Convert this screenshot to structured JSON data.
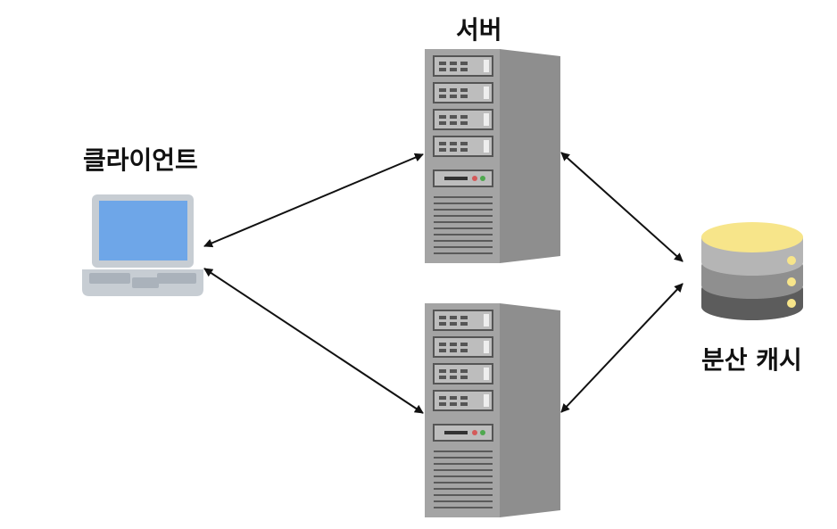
{
  "labels": {
    "server": "서버",
    "client": "클라이언트",
    "cache": "분산 캐시"
  },
  "colors": {
    "laptop_screen": "#6ea6e8",
    "laptop_body": "#c7cdd3",
    "server_body": "#9a9a9a",
    "server_side": "#8a8a8a",
    "cache_top": "#f7e58a",
    "cache_layer_mid": "#8f8f8f",
    "cache_layer_low": "#5c5c5c",
    "cache_dot": "#f7e58a",
    "arrow": "#111111"
  },
  "icons": [
    "laptop-icon",
    "server-icon",
    "server-icon",
    "database-icon"
  ]
}
